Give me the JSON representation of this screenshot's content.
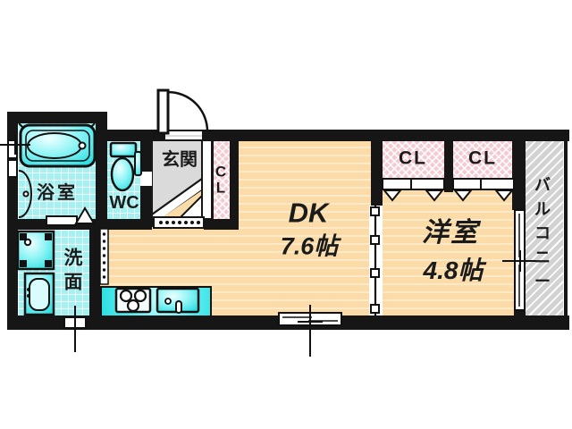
{
  "plan": {
    "labels": {
      "bathroom": "浴室",
      "wc": "WC",
      "entrance": "玄関",
      "entrance_closet_chars": [
        "C",
        "L"
      ],
      "dk_name": "DK",
      "dk_size": "7.6帖",
      "western_name": "洋室",
      "western_size": "4.8帖",
      "closet1": "CL",
      "closet2": "CL",
      "washroom_chars": [
        "洗",
        "面"
      ],
      "balcony_chars": [
        "バ",
        "ル",
        "コ",
        "ニ",
        "ー"
      ]
    },
    "icons": [
      "bathtub-icon",
      "toilet-icon",
      "washer-pan-icon",
      "vanity-sink-icon",
      "stove-icon",
      "kitchen-sink-icon",
      "front-door-arc-icon",
      "bathroom-door-arc-icon",
      "sliding-door-icon",
      "bifold-door-icon",
      "shoe-cabinet-icon",
      "window-icon",
      "grid-cross-icon"
    ],
    "colors": {
      "wall": "#161616",
      "wood_floor": "#FBDCA9",
      "wood_floor_stripe": "#FCE9C8",
      "tile_cyan": "#A5F1F2",
      "fixture_cyan": "#2BDFE3",
      "closet_pink": "#F5CBD3",
      "balcony_gray": "#D2D2D2",
      "entrance_gray": "#DADADA"
    }
  }
}
